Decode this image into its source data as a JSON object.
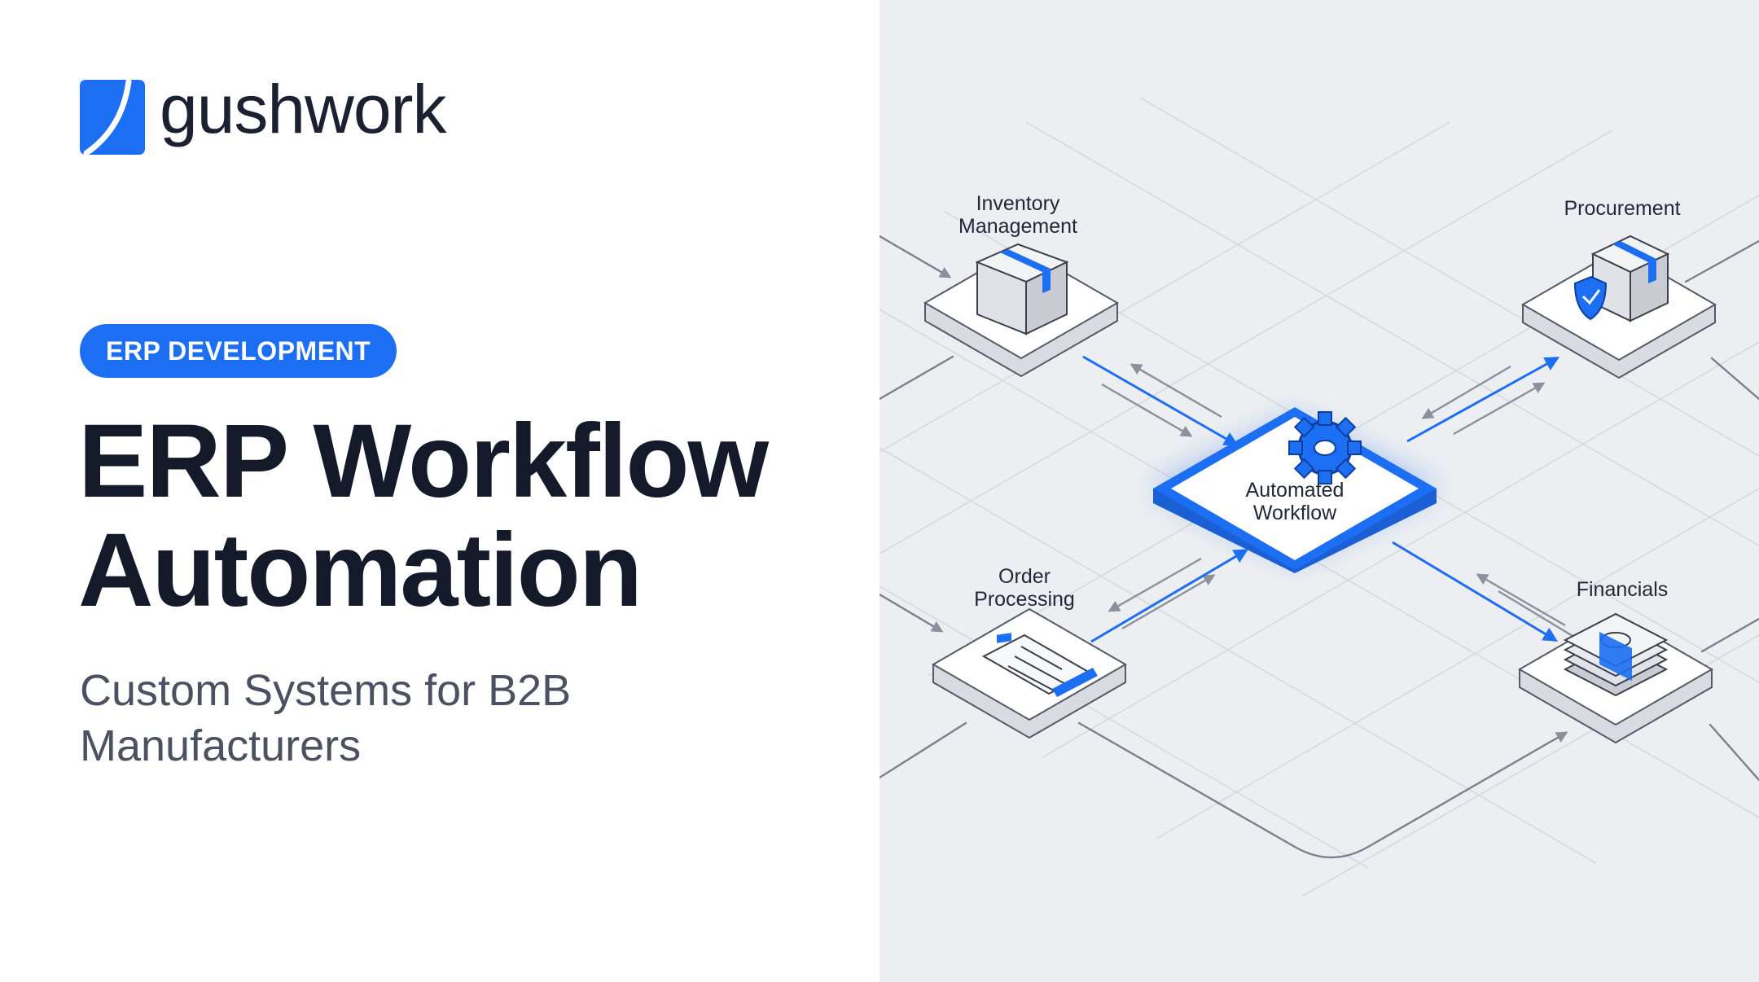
{
  "brand": {
    "name": "gushwork",
    "accent_color": "#1c6ef2",
    "logo_icon": "gushwork-logo-icon"
  },
  "category": "ERP DEVELOPMENT",
  "headline": {
    "line1": "ERP Workflow",
    "line2": "Automation"
  },
  "subheadline": {
    "line1": "Custom Systems for B2B",
    "line2": "Manufacturers"
  },
  "diagram": {
    "center": {
      "line1": "Automated",
      "line2": "Workflow",
      "icon": "gear-icon",
      "highlight_color": "#1c6ef2"
    },
    "nodes": [
      {
        "id": "inventory",
        "line1": "Inventory",
        "line2": "Management",
        "icon": "box-icon"
      },
      {
        "id": "procurement",
        "line1": "Procurement",
        "line2": "",
        "icon": "box-shield-icon"
      },
      {
        "id": "order",
        "line1": "Order",
        "line2": "Processing",
        "icon": "document-icon"
      },
      {
        "id": "financials",
        "line1": "Financials",
        "line2": "",
        "icon": "cash-stack-icon"
      }
    ]
  }
}
